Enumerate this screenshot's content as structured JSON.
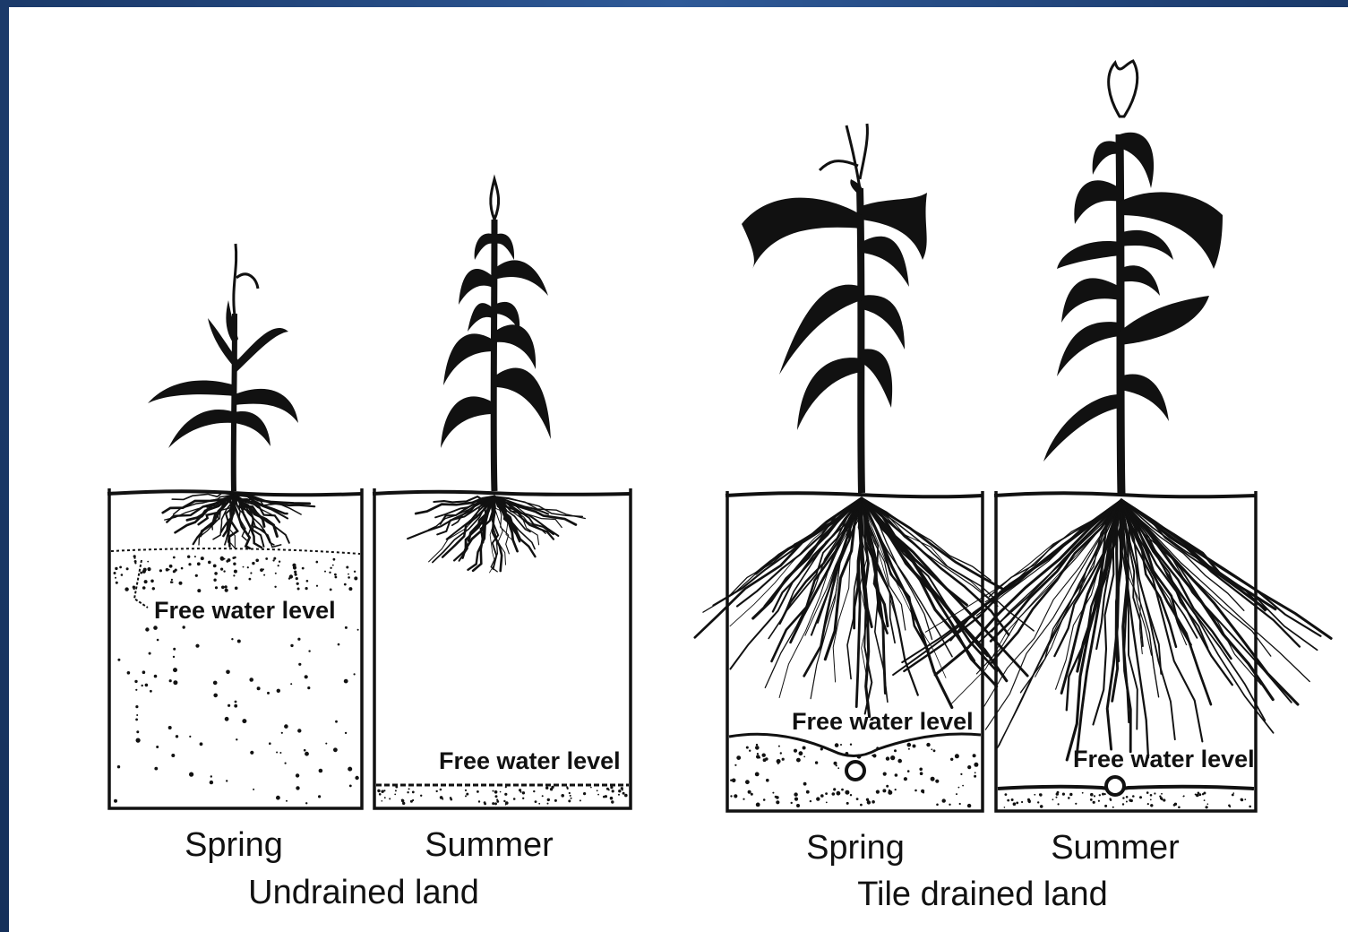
{
  "panels": [
    {
      "id": "undrained-spring",
      "season": "Spring",
      "water_label": "Free water level"
    },
    {
      "id": "undrained-summer",
      "season": "Summer",
      "water_label": "Free water level"
    },
    {
      "id": "tile-spring",
      "season": "Spring",
      "water_label": "Free water level"
    },
    {
      "id": "tile-summer",
      "season": "Summer",
      "water_label": "Free water level"
    }
  ],
  "groups": {
    "undrained": "Undrained land",
    "tile_drained": "Tile drained land"
  },
  "colors": {
    "background": "#1e3f72",
    "paper": "#ffffff",
    "ink": "#111111"
  }
}
